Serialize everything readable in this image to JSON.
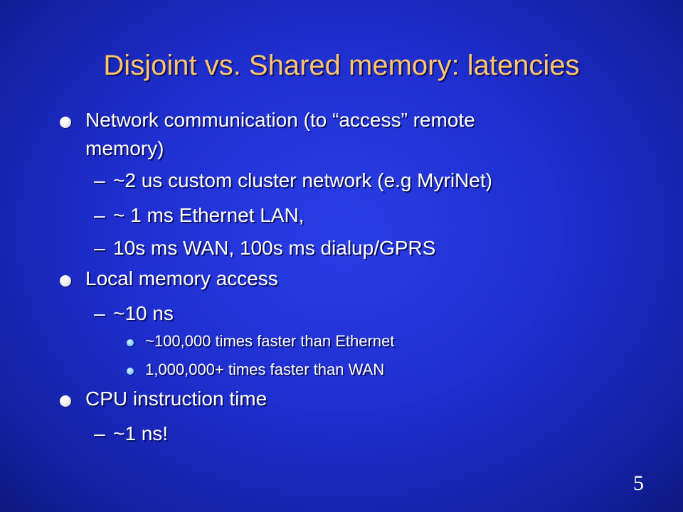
{
  "slide": {
    "title": "Disjoint vs. Shared memory: latencies",
    "page_number": "5",
    "items": [
      {
        "level": 1,
        "text": "Network communication (to “access” remote"
      },
      {
        "level": 1,
        "text": "memory)"
      },
      {
        "level": 2,
        "text": "~2 us custom cluster network (e.g MyriNet)"
      },
      {
        "level": 2,
        "text": "~ 1 ms Ethernet LAN,"
      },
      {
        "level": 2,
        "text": "10s ms WAN, 100s ms dialup/GPRS"
      },
      {
        "level": 1,
        "text": "Local memory access"
      },
      {
        "level": 2,
        "text": "~10 ns"
      },
      {
        "level": 3,
        "text": "~100,000 times faster than Ethernet"
      },
      {
        "level": 3,
        "text": "1,000,000+ times faster than WAN"
      },
      {
        "level": 1,
        "text": "CPU instruction time"
      },
      {
        "level": 2,
        "text": "~1 ns!"
      }
    ]
  }
}
